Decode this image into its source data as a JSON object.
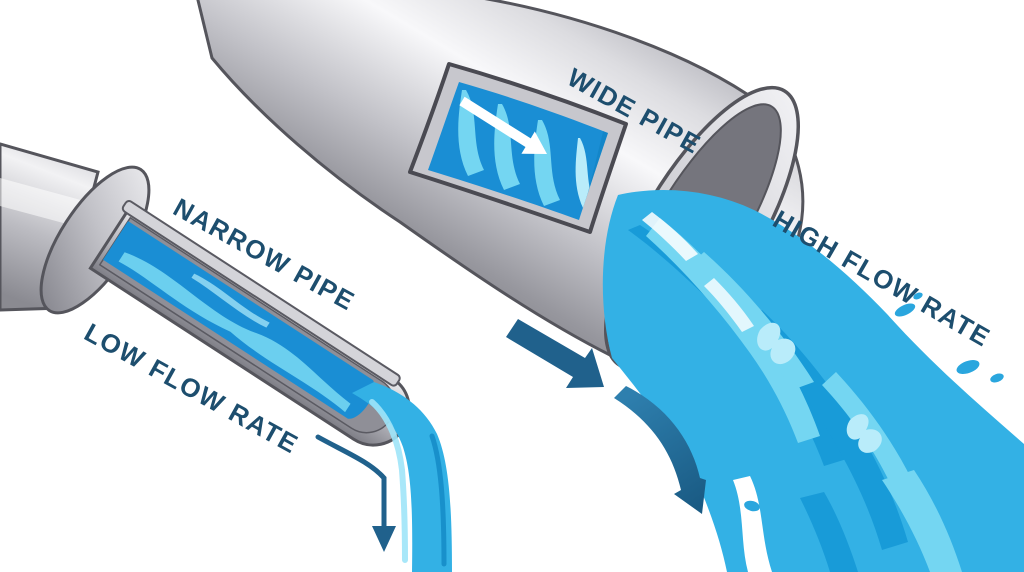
{
  "diagram": {
    "type": "pipe-flow-comparison-illustration",
    "labels": {
      "narrow_pipe": "NARROW PIPE",
      "low_flow_rate": "LOW FLOW RATE",
      "wide_pipe": "WIDE PIPE",
      "high_flow_rate": "HIGH FLOW RATE"
    },
    "icons": {
      "window_flow_arrow": "white-diagonal-arrow",
      "narrow_flow_arrow": "thin-curved-down-arrow",
      "wide_flow_arrow_straight": "thick-diagonal-arrow",
      "wide_flow_arrow_curved": "curved-swoosh-down-arrow"
    },
    "colors": {
      "navy": "#1d4e6e",
      "arrow-blue": "#20618c",
      "water-main": "#33b1e5",
      "water-light": "#74d6f2",
      "water-pale": "#b9ecfa",
      "water-dark": "#189bd8",
      "water-deep": "#0e7fc0",
      "window-water": "#1a8ed4",
      "droplet": "#2aa6de",
      "pipe-outline": "#55555c"
    }
  }
}
